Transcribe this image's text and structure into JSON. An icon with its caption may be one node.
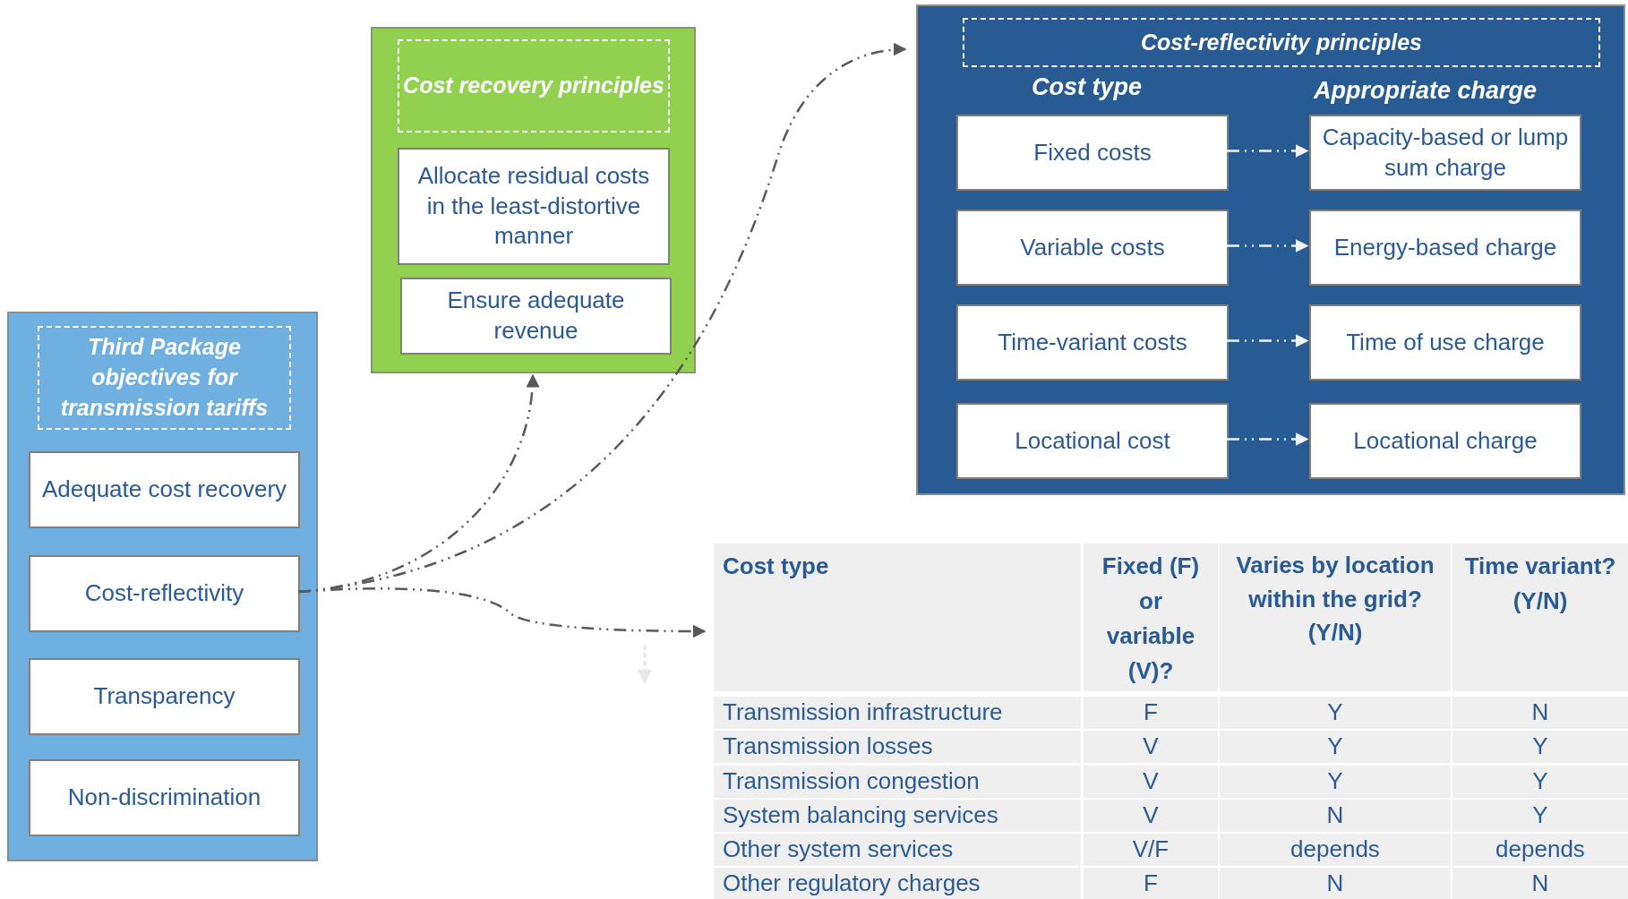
{
  "diagram": {
    "nodes": [
      {
        "text": [
          "Third Package objectives for transmission tariffs"
        ]
      },
      {
        "text": [
          "Adequate cost recovery"
        ],
        "in": 0
      },
      {
        "text": [
          "Cost-reflectivity"
        ],
        "in": 0
      },
      {
        "text": [
          "Transparency"
        ],
        "in": 0
      },
      {
        "text": [
          "Non-discrimination"
        ],
        "in": 0
      },
      {
        "text": [
          "Cost recovery principles"
        ]
      },
      {
        "text": [
          "Allocate residual costs in the least-distortive manner"
        ],
        "in": 5
      },
      {
        "text": [
          "Ensure adequate revenue"
        ],
        "in": 5
      },
      {
        "text": [
          "Cost-reflectivity principles",
          "Cost type",
          "Appropriate charge"
        ]
      },
      {
        "text": [
          "Fixed costs"
        ],
        "in": 8
      },
      {
        "text": [
          "Capacity-based or lump sum charge"
        ],
        "in": 8
      },
      {
        "text": [
          "Variable costs"
        ],
        "in": 8
      },
      {
        "text": [
          "Energy-based charge"
        ],
        "in": 8
      },
      {
        "text": [
          "Time-variant costs"
        ],
        "in": 8
      },
      {
        "text": [
          "Time of use charge"
        ],
        "in": 8
      },
      {
        "text": [
          "Locational cost"
        ],
        "in": 8
      },
      {
        "text": [
          "Locational charge"
        ],
        "in": 8
      },
      {
        "text": [],
        "shape": "box"
      }
    ],
    "edges": [
      {
        "from": 2,
        "to": 5,
        "arrow": "to",
        "style": "dashed",
        "color": "#595959"
      },
      {
        "from": 2,
        "to": 8,
        "arrow": "to",
        "style": "dashed",
        "color": "#595959"
      },
      {
        "from": 2,
        "to": 17,
        "arrow": "to",
        "style": "dashed",
        "color": "#595959"
      },
      {
        "from": 9,
        "to": 10,
        "arrow": "to",
        "style": "dashed"
      },
      {
        "from": 11,
        "to": 12,
        "arrow": "to",
        "style": "dashed"
      },
      {
        "from": 13,
        "to": 14,
        "arrow": "to",
        "style": "dashed"
      },
      {
        "from": 15,
        "to": 16,
        "arrow": "to",
        "style": "dashed"
      }
    ],
    "labels": [
      "Cost type",
      "Fixed (F) or variable (V)?",
      "Varies by location within the grid? (Y/N)",
      "Time variant? (Y/N)",
      "Transmission infrastructure",
      "F",
      "Y",
      "N",
      "Transmission losses",
      "V",
      "Y",
      "Y",
      "Transmission congestion",
      "V",
      "Y",
      "Y",
      "System balancing services",
      "V",
      "N",
      "Y",
      "Other system services",
      "V/F",
      "depends",
      "depends",
      "Other regulatory charges",
      "F",
      "N",
      "N"
    ]
  }
}
